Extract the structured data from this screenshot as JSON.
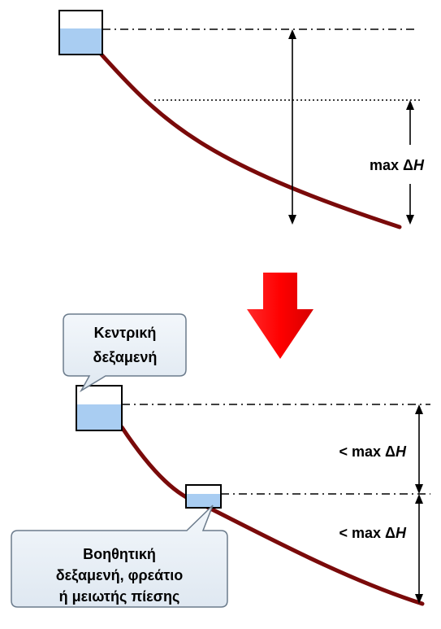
{
  "top_diagram": {
    "height_label_prefix": "max Δ",
    "height_label_var": "H"
  },
  "bottom_diagram": {
    "upper_label_prefix": "< max Δ",
    "upper_label_var": "H",
    "lower_label_prefix": "< max Δ",
    "lower_label_var": "H"
  },
  "callouts": {
    "central_tank": [
      "Κεντρική",
      "δεξαμενή"
    ],
    "auxiliary_tank": [
      "Βοηθητική",
      "δεξαμενή, φρεάτιο",
      "ή μειωτής πίεσης"
    ]
  },
  "colors": {
    "pipe": "#7a0a0a",
    "water": "#a9cdf2",
    "arrow": "#ff0000",
    "callout_fill": "#e8f0f7",
    "callout_stroke": "#6b7b8c"
  }
}
